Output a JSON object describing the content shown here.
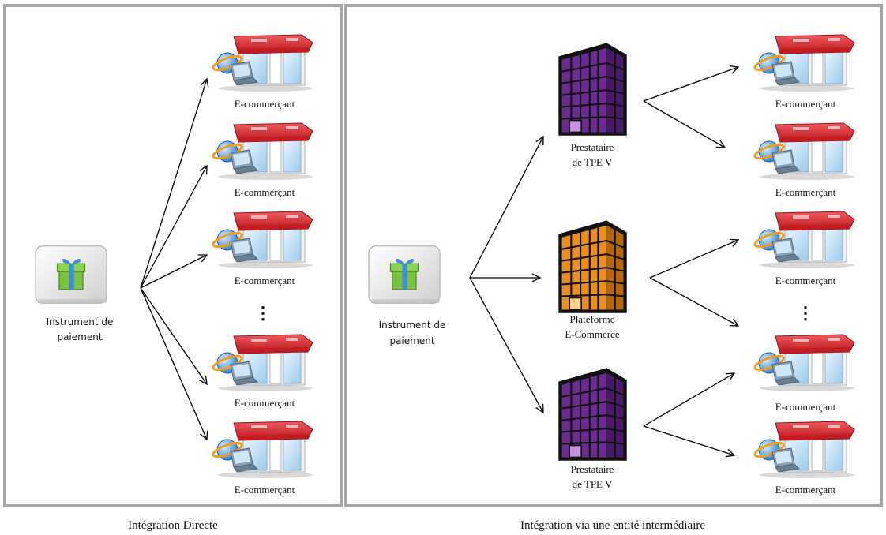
{
  "captions": {
    "left": "Intégration Directe",
    "right": "Intégration  via une entité intermédiaire"
  },
  "payment_instrument": {
    "line1": "Instrument de",
    "line2": "paiement",
    "icon": "gift-card-icon"
  },
  "merchant_label": "E-commerçant",
  "ellipsis": "⋮",
  "provider": {
    "line1": "Prestataire",
    "line2": "de TPE  V",
    "icon": "purple-building-icon"
  },
  "platform": {
    "line1": "Plateforme",
    "line2": "E-Commerce",
    "icon": "orange-building-icon"
  },
  "colors": {
    "panel_border": "#a6a6a6",
    "arrow": "#000000",
    "provider_building": "#6a2c8e",
    "platform_building": "#e8901f",
    "shop_awning": "#d8242a",
    "gift": "#7cc242"
  }
}
